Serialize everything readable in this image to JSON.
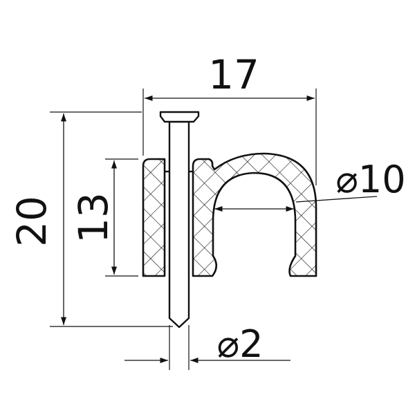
{
  "drawing": {
    "dimensions": {
      "overall_width": "17",
      "overall_height": "20",
      "clip_height": "13",
      "cable_diameter": "⌀10",
      "nail_diameter": "⌀2"
    },
    "colors": {
      "line": "#111111",
      "background": "#ffffff"
    }
  }
}
